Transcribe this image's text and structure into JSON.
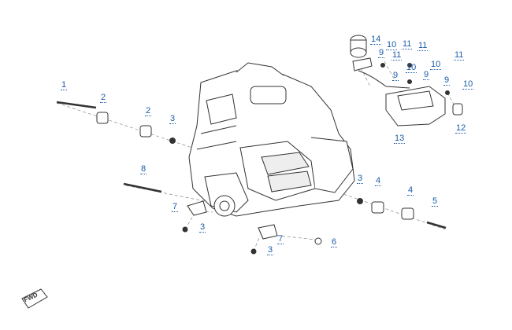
{
  "callouts": {
    "c1": "1",
    "c2a": "2",
    "c2b": "2",
    "c3a": "3",
    "c3b": "3",
    "c3c": "3",
    "c3d": "3",
    "c4a": "4",
    "c4b": "4",
    "c5": "5",
    "c6": "6",
    "c7a": "7",
    "c7b": "7",
    "c8": "8",
    "c9a": "9",
    "c9b": "9",
    "c9c": "9",
    "c9d": "9",
    "c10a": "10",
    "c10b": "10",
    "c10c": "10",
    "c10d": "10",
    "c11a": "11",
    "c11b": "11",
    "c11c": "11",
    "c11d": "11",
    "c12": "12",
    "c13": "13",
    "c14": "14"
  },
  "direction_marker": {
    "label": "FWD",
    "icon": "forward-arrow-icon"
  },
  "colors": {
    "callout": "#1a5aa8",
    "line": "#333333",
    "leader": "#8a8a8a"
  }
}
